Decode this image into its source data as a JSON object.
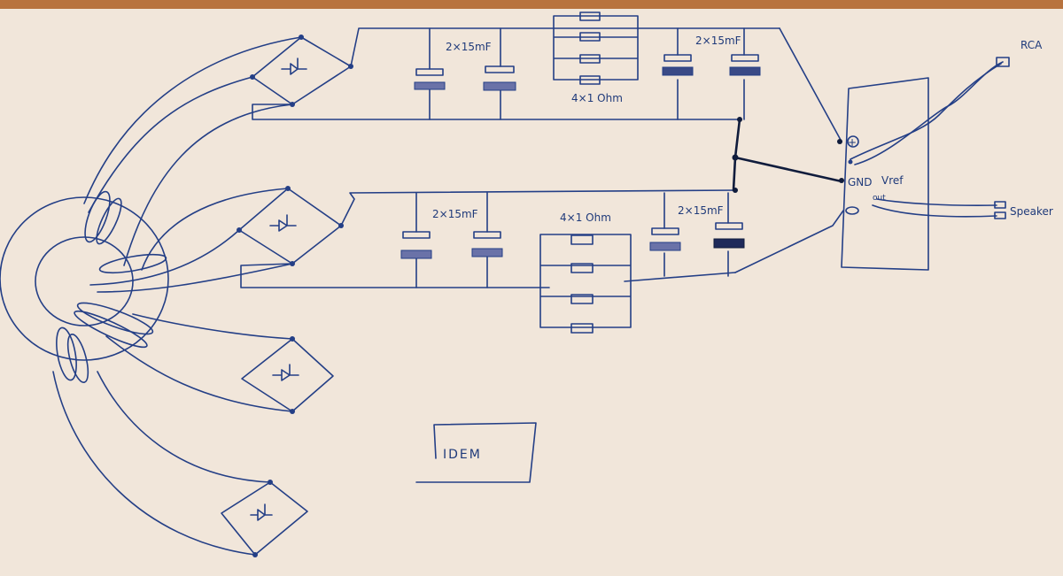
{
  "colors": {
    "paper": "#efe3d6",
    "ink": "#243f86",
    "ink_dark": "#101c3c"
  },
  "labels": {
    "cap_top_left": "2×15mF",
    "cap_top_right": "2×15mF",
    "res_top": "4×1 Ohm",
    "cap_bottom_left": "2×15mF",
    "cap_bottom_right": "2×15mF",
    "res_bottom": "4×1 Ohm",
    "plus": "+",
    "gnd": "GND",
    "vref": "Vref",
    "out": "out",
    "rca": "RCA",
    "speaker": "Speaker",
    "idem": "IDEM"
  },
  "icons": {
    "rectifier": "bridge-rectifier-icon",
    "capacitor": "capacitor-icon",
    "resistor": "resistor-icon",
    "transformer": "toroidal-transformer-icon",
    "amplifier": "amplifier-module-icon"
  }
}
